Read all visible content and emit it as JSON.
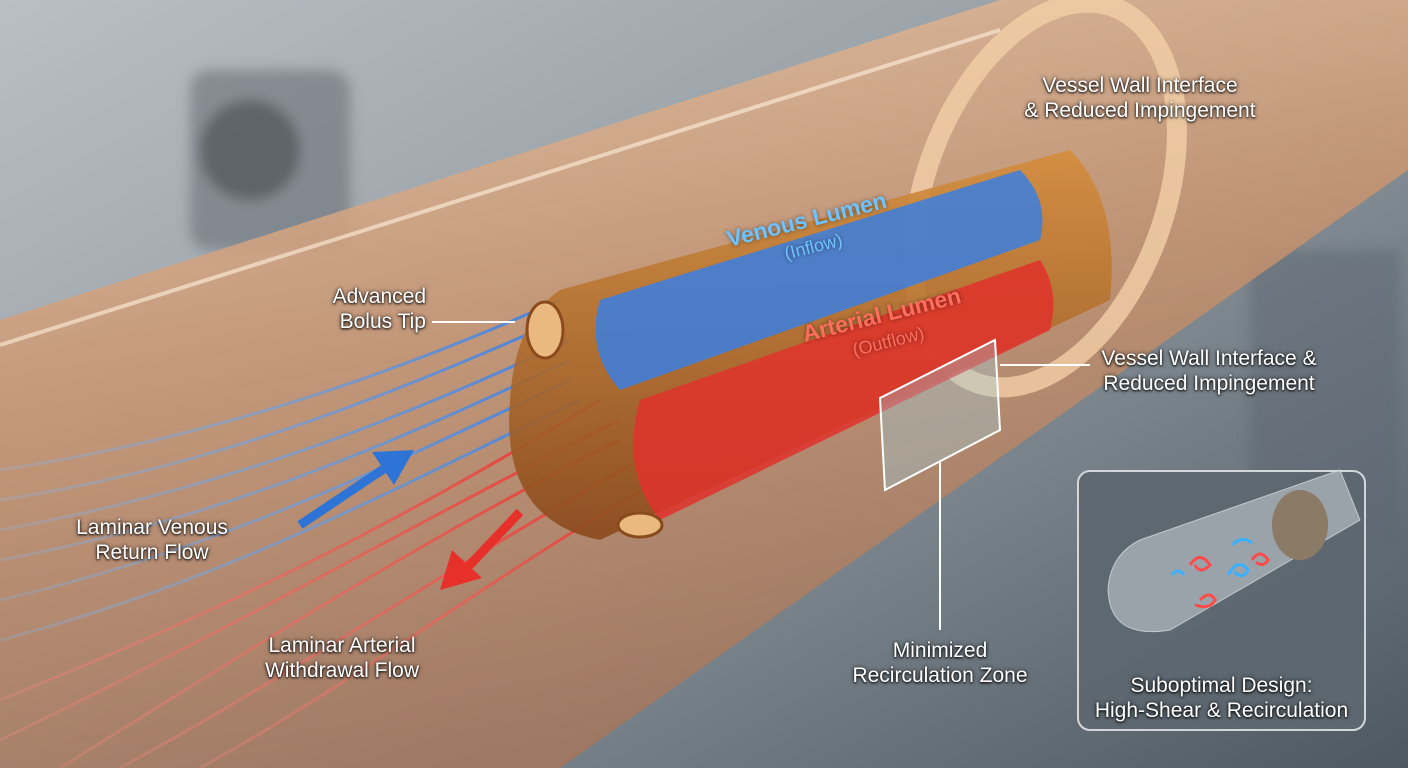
{
  "labels": {
    "vessel_wall_top": {
      "line1": "Vessel Wall Interface",
      "line2": "& Reduced Impingement"
    },
    "venous_lumen": {
      "title": "Venous Lumen",
      "sub": "(Inflow)"
    },
    "arterial_lumen": {
      "title": "Arterial Lumen",
      "sub": "(Outflow)"
    },
    "bolus_tip": {
      "line1": "Advanced",
      "line2": "Bolus Tip"
    },
    "vessel_wall_right": {
      "line1": "Vessel Wall Interface &",
      "line2": "Reduced Impingement"
    },
    "venous_flow": {
      "line1": "Laminar Venous",
      "line2": "Return Flow"
    },
    "arterial_flow": {
      "line1": "Laminar Arterial",
      "line2": "Withdrawal Flow"
    },
    "recirculation": {
      "line1": "Minimized",
      "line2": "Recirculation Zone"
    },
    "inset": {
      "line1": "Suboptimal Design:",
      "line2": "High-Shear & Recirculation"
    }
  },
  "colors": {
    "venous": "#3a8ee8",
    "arterial": "#e83a32",
    "tube": "#d9a27a"
  }
}
